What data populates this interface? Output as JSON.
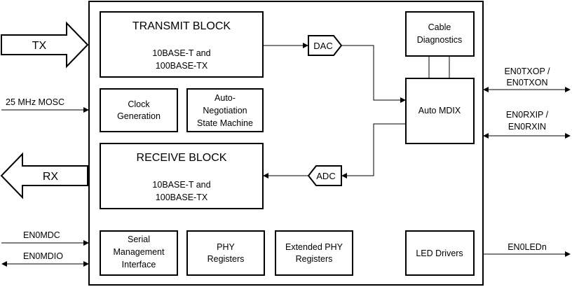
{
  "blocks": {
    "transmit": {
      "title": "TRANSMIT BLOCK",
      "line1": "10BASE-T and",
      "line2": "100BASE-TX"
    },
    "receive": {
      "title": "RECEIVE BLOCK",
      "line1": "10BASE-T and",
      "line2": "100BASE-TX"
    },
    "clock": {
      "line1": "Clock",
      "line2": "Generation"
    },
    "autoneg": {
      "line1": "Auto-",
      "line2": "Negotiation",
      "line3": "State Machine"
    },
    "cable": {
      "line1": "Cable",
      "line2": "Diagnostics"
    },
    "mdix": {
      "label": "Auto MDIX"
    },
    "serial": {
      "line1": "Serial",
      "line2": "Management",
      "line3": "Interface"
    },
    "phy": {
      "line1": "PHY",
      "line2": "Registers"
    },
    "extphy": {
      "line1": "Extended PHY",
      "line2": "Registers"
    },
    "led": {
      "label": "LED Drivers"
    }
  },
  "converters": {
    "dac": "DAC",
    "adc": "ADC"
  },
  "signals": {
    "tx": "TX",
    "rx": "RX",
    "mosc": "25 MHz MOSC",
    "mdc": "EN0MDC",
    "mdio": "EN0MDIO",
    "txop1": "EN0TXOP /",
    "txop2": "EN0TXON",
    "rxip1": "EN0RXIP /",
    "rxip2": "EN0RXIN",
    "led": "EN0LEDn"
  }
}
